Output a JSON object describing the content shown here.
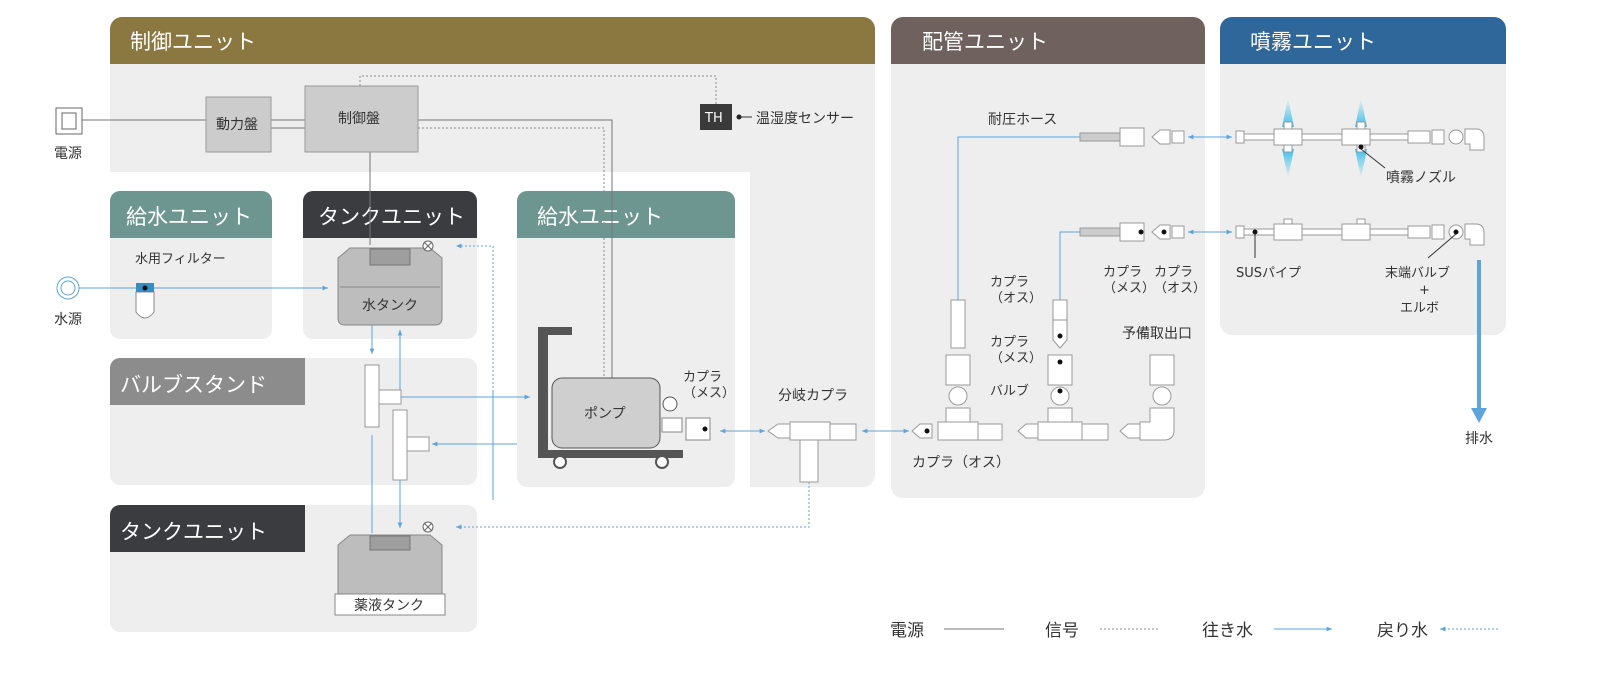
{
  "sections": {
    "control": "制御ユニット",
    "piping": "配管ユニット",
    "spray": "噴霧ユニット",
    "supply_left": "給水ユニット",
    "tank_top": "タンクユニット",
    "supply_mid": "給水ユニット",
    "valve_stand": "バルブスタンド",
    "tank_bottom": "タンクユニット"
  },
  "labels": {
    "power_source": "電源",
    "water_source": "水源",
    "power_panel": "動力盤",
    "control_panel": "制御盤",
    "th": "TH",
    "sensor": "温湿度センサー",
    "water_filter": "水用フィルター",
    "water_tank": "水タンク",
    "chemical_tank": "薬液タンク",
    "pump": "ポンプ",
    "coupler_female_pump": [
      "カプラ",
      "（メス）"
    ],
    "branch_coupler": "分岐カプラ",
    "pressure_hose": "耐圧ホース",
    "coupler_male_bottom": "カプラ（オス）",
    "coupler_male_side": [
      "カプラ",
      "（オス）"
    ],
    "coupler_female_side": [
      "カプラ",
      "（メス）"
    ],
    "valve": "バルブ",
    "coupler_female_top": [
      "カプラ",
      "（メス）"
    ],
    "coupler_male_top": [
      "カプラ",
      "（オス）"
    ],
    "spare_outlet": "予備取出口",
    "spray_nozzle": "噴霧ノズル",
    "sus_pipe": "SUSパイプ",
    "end_valve": [
      "末端バルブ",
      "+",
      "エルボ"
    ],
    "drain": "排水"
  },
  "legend": {
    "power": "電源",
    "signal": "信号",
    "supply_water": "往き水",
    "return_water": "戻り水"
  },
  "colors": {
    "control_header": "#8a7840",
    "piping_header": "#6e615e",
    "spray_header": "#2f679b",
    "supply_header": "#6e9690",
    "tank_header": "#3a3c40",
    "valve_header": "#8c8c8c",
    "panel_bg": "#eeeeee",
    "flow_line": "#5da4dc",
    "spray_mist": "#3ec0ea"
  }
}
